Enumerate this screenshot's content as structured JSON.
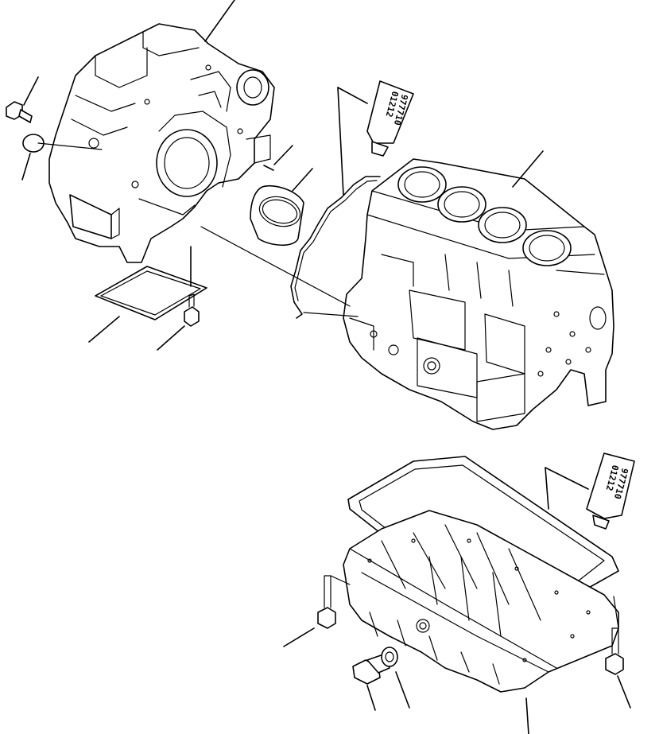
{
  "diagram": {
    "tubes": [
      {
        "line1": "977710",
        "line2": "01212"
      },
      {
        "line1": "977710",
        "line2": "01212"
      }
    ]
  }
}
